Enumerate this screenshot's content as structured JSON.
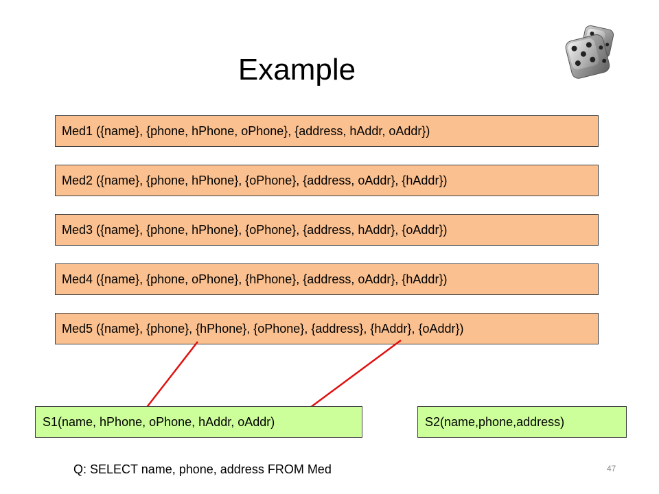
{
  "slide": {
    "title": "Example",
    "mediators": [
      "Med1 ({name}, {phone, hPhone, oPhone}, {address, hAddr, oAddr})",
      "Med2 ({name}, {phone, hPhone}, {oPhone}, {address, oAddr}, {hAddr})",
      "Med3 ({name}, {phone, hPhone}, {oPhone}, {address, hAddr}, {oAddr})",
      "Med4 ({name}, {phone, oPhone}, {hPhone}, {address, oAddr}, {hAddr})",
      "Med5 ({name}, {phone}, {hPhone}, {oPhone}, {address}, {hAddr}, {oAddr})"
    ],
    "sources": {
      "s1": "S1(name, hPhone, oPhone, hAddr, oAddr)",
      "s2": "S2(name,phone,address)"
    },
    "query": "Q: SELECT name, phone, address FROM Med",
    "page_number": "47"
  },
  "colors": {
    "mediator_fill": "#fac090",
    "source_fill": "#ccff99",
    "connector_line": "#e01010",
    "border": "#404040"
  },
  "icons": {
    "decoration": "dice-icon"
  }
}
